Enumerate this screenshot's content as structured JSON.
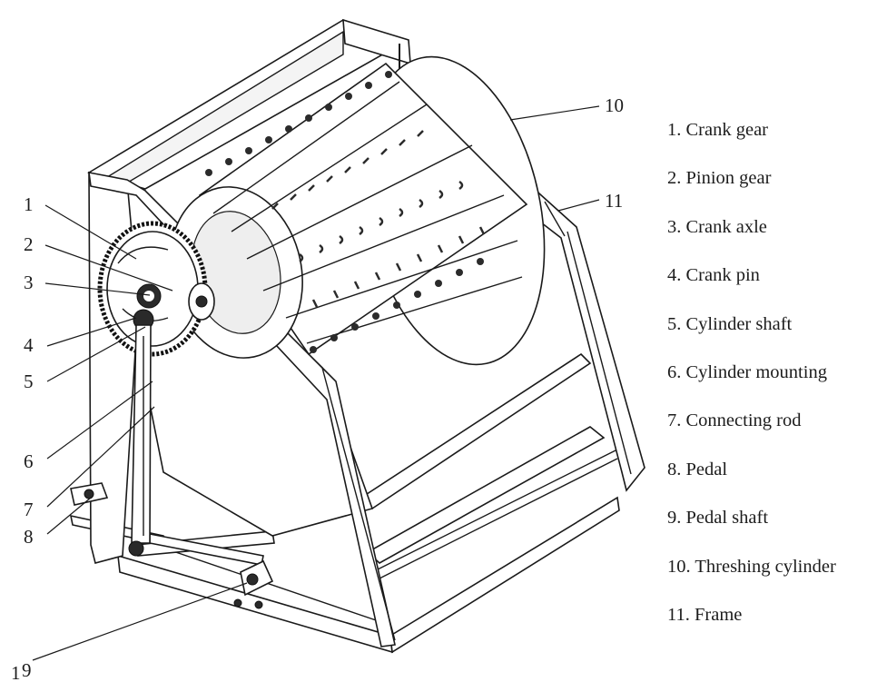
{
  "legend": [
    "1. Crank gear",
    "2. Pinion gear",
    "3. Crank axle",
    "4. Crank pin",
    "5. Cylinder shaft",
    "6. Cylinder mounting",
    "7. Connecting rod",
    "8. Pedal",
    "9. Pedal shaft",
    "10. Threshing cylinder",
    "11. Frame"
  ],
  "callouts": [
    "1",
    "2",
    "3",
    "4",
    "5",
    "6",
    "7",
    "8",
    "9",
    "10",
    "11"
  ],
  "stray_mark": "1"
}
